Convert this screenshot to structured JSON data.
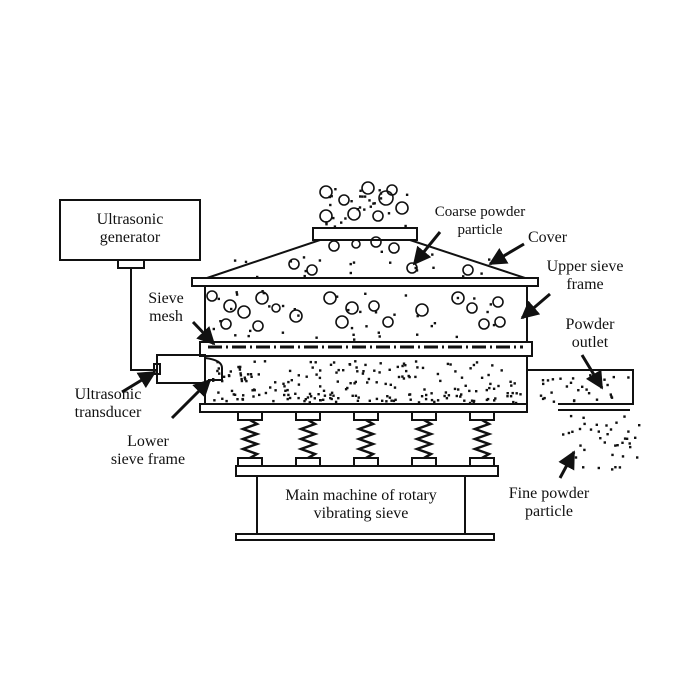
{
  "generator": {
    "line1": "Ultrasonic",
    "line2": "generator"
  },
  "labels": {
    "coarse": {
      "line1": "Coarse powder",
      "line2": "particle"
    },
    "cover": "Cover",
    "upper_frame": {
      "line1": "Upper sieve",
      "line2": "frame"
    },
    "sieve_mesh": {
      "line1": "Sieve",
      "line2": "mesh"
    },
    "powder_outlet": {
      "line1": "Powder",
      "line2": "outlet"
    },
    "transducer": {
      "line1": "Ultrasonic",
      "line2": "transducer"
    },
    "lower_frame": {
      "line1": "Lower",
      "line2": "sieve frame"
    },
    "fine": {
      "line1": "Fine powder",
      "line2": "particle"
    }
  },
  "main_machine": {
    "line1": "Main machine of rotary",
    "line2": "vibrating sieve"
  },
  "colors": {
    "ink": "#111111",
    "background": "#ffffff"
  }
}
